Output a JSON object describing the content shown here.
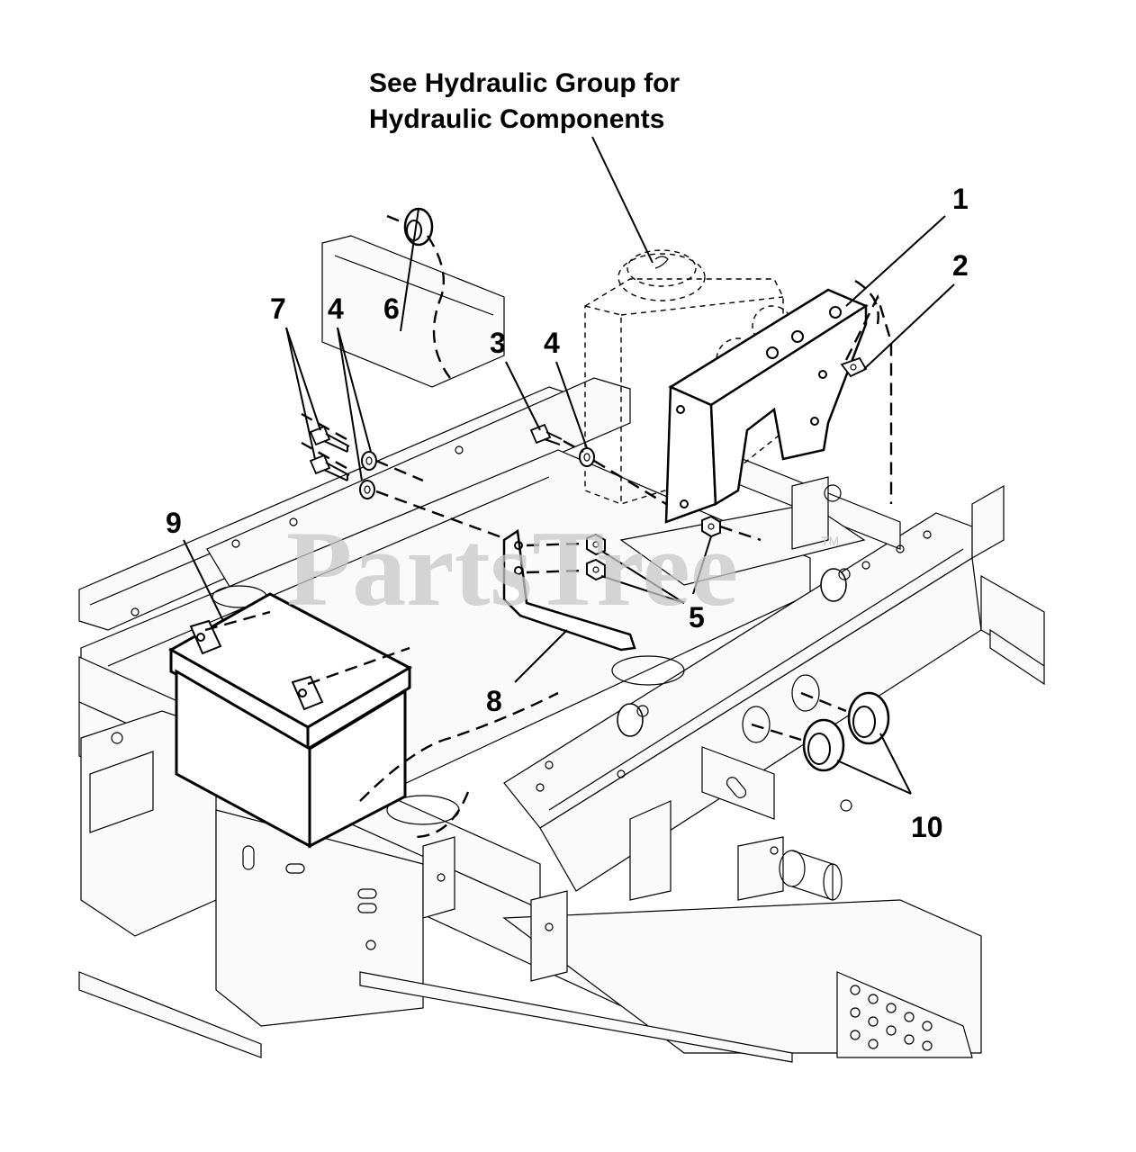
{
  "title": {
    "line1": "See Hydraulic Group for",
    "line2": "Hydraulic Components"
  },
  "watermark": {
    "text": "PartsTree",
    "tm": "TM"
  },
  "callouts": {
    "c1": "1",
    "c2": "2",
    "c3": "3",
    "c4a": "4",
    "c4b": "4",
    "c5": "5",
    "c6": "6",
    "c7": "7",
    "c8": "8",
    "c9": "9",
    "c10": "10"
  },
  "colors": {
    "line": "#000000",
    "background": "#ffffff",
    "watermark": "#c8c8c8"
  }
}
